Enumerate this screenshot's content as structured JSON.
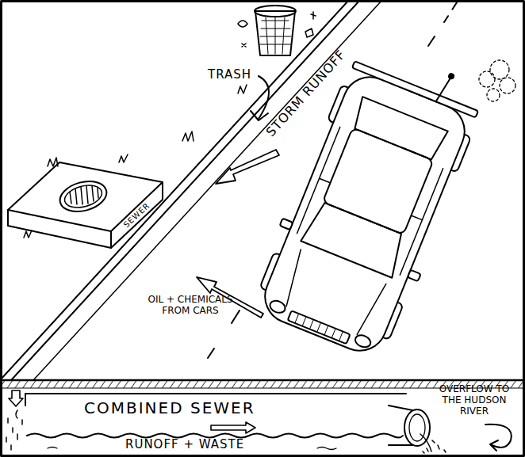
{
  "diagram": {
    "nodes": [
      {
        "text": [
          "COMBINED SEWER",
          "RUNOFF + WASTE"
        ]
      }
    ],
    "labels": [
      "TRASH",
      "STORM RUNOFF",
      "SEWER",
      "OIL + CHEMICALS FROM CARS",
      "OVERFLOW TO THE HUDSON RIVER"
    ]
  }
}
